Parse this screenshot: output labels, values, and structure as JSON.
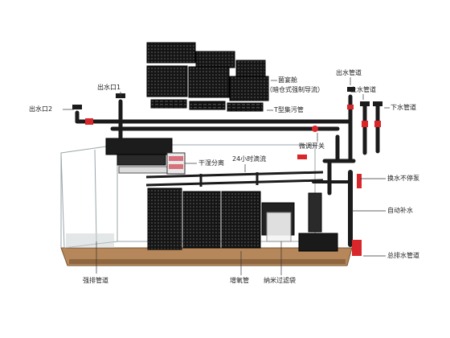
{
  "diagram": {
    "labels": {
      "outlet_1": "出水口1",
      "outlet_2": "出水口2",
      "bacteria_chamber": "菌宴舱",
      "bacteria_chamber_note": "（暗仓式强制导流）",
      "outlet_pipe": "出水管道",
      "inlet_pipe": "上水管道",
      "drain_pipe": "下水管道",
      "t_sediment_pipe": "T型集污管",
      "micro_switch": "微调开关",
      "dry_wet_separation": "干湿分离",
      "drip_24h": "24小时滴流",
      "non_stop_water_change": "换水不停泵",
      "auto_top_up": "自动补水",
      "main_drain_pipe": "总排水管道",
      "forced_drain_pipe": "强排管道",
      "oxygen_tube": "增氧管",
      "nano_filter_bag": "纳米过滤袋"
    },
    "colors": {
      "pipe": "#1b1b1b",
      "accent": "#d8262b",
      "base": "#b5875a",
      "glass": "#9aa5a8",
      "box": "#202020"
    }
  }
}
